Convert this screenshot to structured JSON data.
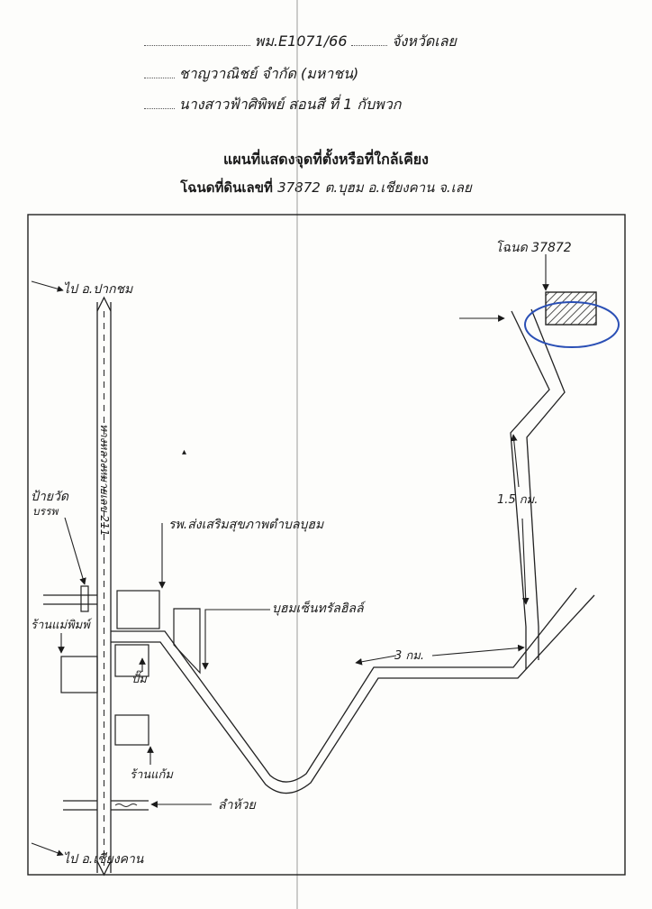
{
  "header": {
    "line1_hand": "พม.E1071/66",
    "line1_hand2": "จังหวัดเลย",
    "line2_hand": "ชาญวาณิชย์ จำกัด (มหาชน)",
    "line3_hand": "นางสาวฟ้าศิพิพย์ สอนสี ที่ 1 กับพวก"
  },
  "title": {
    "line1": "แผนที่แสดงจุดที่ตั้งหรือที่ใกล้เคียง",
    "line2_prefix": "โฉนดที่ดินเลขที่",
    "line2_hand": "37872 ต.บุฮม อ.เชียงคาน จ.เลย"
  },
  "map": {
    "to_north": "ไป อ.ปากชม",
    "to_south": "ไป อ.เชียงคาน",
    "highway": "ทางหลวงหมายเลข 211",
    "sign": "ป้ายวัด",
    "sign2": "บรรพ",
    "shop1": "ร้านแม่พิมพ์",
    "hospital": "รพ.ส่งเสริมสุขภาพตำบลบุฮม",
    "village": "บุฮมเซ็นทรัลฮิลล์",
    "pump": "ปั๊ม",
    "shop2": "ร้านแก้ม",
    "stream": "ลำห้วย",
    "dist_3km": "3 กม.",
    "dist_15km": "1.5 กม.",
    "deed": "โฉนด 37872"
  },
  "colors": {
    "ink": "#1a1a1a",
    "circle": "#2a4fb5"
  }
}
